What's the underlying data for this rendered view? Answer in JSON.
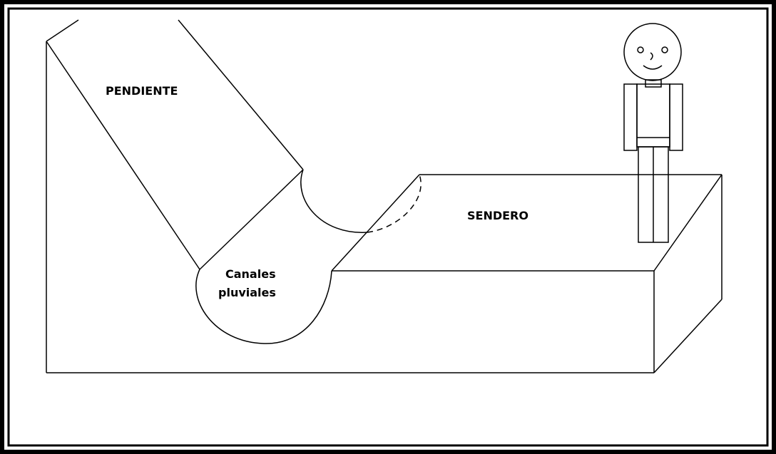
{
  "labels": {
    "slope": "PENDIENTE",
    "path": "SENDERO",
    "channels_line1": "Canales",
    "channels_line2": "pluviales"
  },
  "colors": {
    "ink": "#000000",
    "background": "#ffffff"
  }
}
